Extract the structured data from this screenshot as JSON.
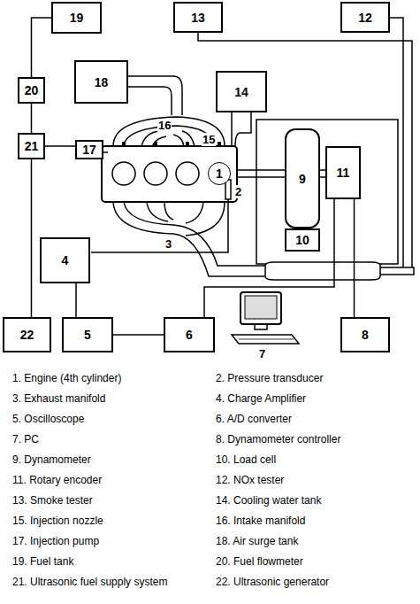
{
  "diagram": {
    "nodes": [
      {
        "text": [
          "19"
        ]
      },
      {
        "text": [
          "13"
        ]
      },
      {
        "text": [
          "12"
        ]
      },
      {
        "text": [
          "20"
        ]
      },
      {
        "text": [
          "18"
        ]
      },
      {
        "text": [
          "14"
        ]
      },
      {
        "text": [
          "21"
        ]
      },
      {
        "text": [
          "17"
        ]
      },
      {
        "text": [
          "1"
        ]
      },
      {
        "text": [
          "9"
        ]
      },
      {
        "text": [
          "11"
        ]
      },
      {
        "text": [
          "10"
        ]
      },
      {
        "text": [
          "4"
        ]
      },
      {
        "text": [
          "22"
        ]
      },
      {
        "text": [
          "5"
        ]
      },
      {
        "text": [
          "6"
        ]
      },
      {
        "text": [
          "8"
        ]
      }
    ],
    "edges": [
      {
        "from": 0,
        "to": 3,
        "arrow": "none"
      },
      {
        "from": 3,
        "to": 6,
        "arrow": "none"
      },
      {
        "from": 6,
        "to": 7,
        "arrow": "none"
      },
      {
        "from": 6,
        "to": 13,
        "arrow": "none"
      },
      {
        "from": 12,
        "to": 14,
        "arrow": "none"
      },
      {
        "from": 14,
        "to": 15,
        "arrow": "none"
      },
      {
        "from": 15,
        "to": 10,
        "arrow": "none"
      },
      {
        "from": 16,
        "to": 10,
        "arrow": "none"
      }
    ],
    "labels": [
      "16",
      "15",
      "2",
      "3",
      "7",
      "1. Engine (4th cylinder)",
      "2. Pressure transducer",
      "3. Exhaust manifold",
      "4. Charge Amplifier",
      "5. Oscilloscope",
      "6. A/D converter",
      "7. PC",
      "8. Dynamometer controller",
      "9. Dynamometer",
      "10. Load cell",
      "11. Rotary encoder",
      "12. NOx tester",
      "13. Smoke tester",
      "14. Cooling water tank",
      "15. Injection nozzle",
      "16. Intake manifold",
      "17. Injection pump",
      "18. Air surge tank",
      "19. Fuel tank",
      "20. Fuel flowmeter",
      "21. Ultrasonic fuel supply system",
      "22. Ultrasonic generator"
    ]
  }
}
